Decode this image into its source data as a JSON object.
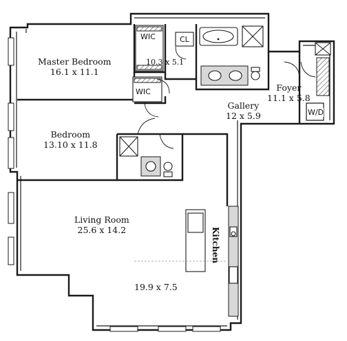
{
  "rooms": {
    "master_bedroom": {
      "name": "Master Bedroom",
      "dims": "16.1 x 11.1"
    },
    "bedroom": {
      "name": "Bedroom",
      "dims": "13.10 x 11.8"
    },
    "living_room": {
      "name": "Living Room",
      "dims": "25.6 x 14.2"
    },
    "gallery": {
      "name": "Gallery",
      "dims": "12 x 5.9"
    },
    "foyer": {
      "name": "Foyer",
      "dims": "11.1 x 5.8"
    },
    "master_bath_dims": "10.3 x 5.1",
    "dining_dims": "19.9 x 7.5",
    "kitchen": "Kitchen"
  },
  "tags": {
    "wic_master": "WIC",
    "wic_bedroom": "WIC",
    "closet": "CL",
    "washer_dryer": "W/D"
  }
}
